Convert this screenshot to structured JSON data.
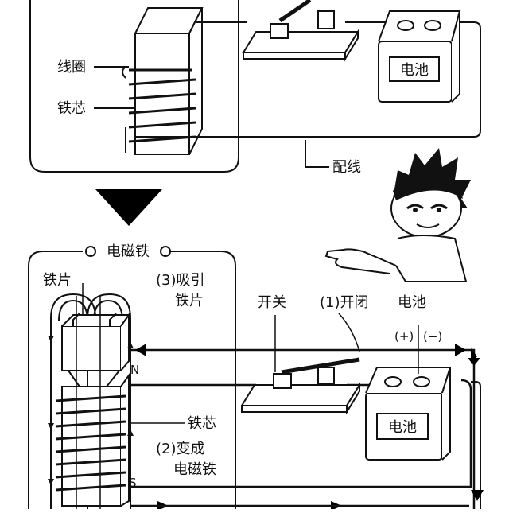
{
  "top_panel": {
    "coil_label": "线圈",
    "core_label": "铁芯",
    "battery_label": "电池",
    "wire_label": "配线"
  },
  "bottom_panel": {
    "title": "电磁铁",
    "iron_piece_label": "铁片",
    "attract_label_line1": "(3)吸引",
    "attract_label_line2": "铁片",
    "switch_label": "开关",
    "close_label": "(1)开闭",
    "battery_top_label": "电池",
    "plus_label": "(+)",
    "minus_label": "(−)",
    "north_label": "N",
    "south_label": "S",
    "core_label": "铁芯",
    "become_label_line1": "(2)变成",
    "become_label_line2": "电磁铁",
    "battery_label": "电池"
  },
  "colors": {
    "line": "#111111",
    "background": "#ffffff",
    "arrow": "#000000"
  }
}
